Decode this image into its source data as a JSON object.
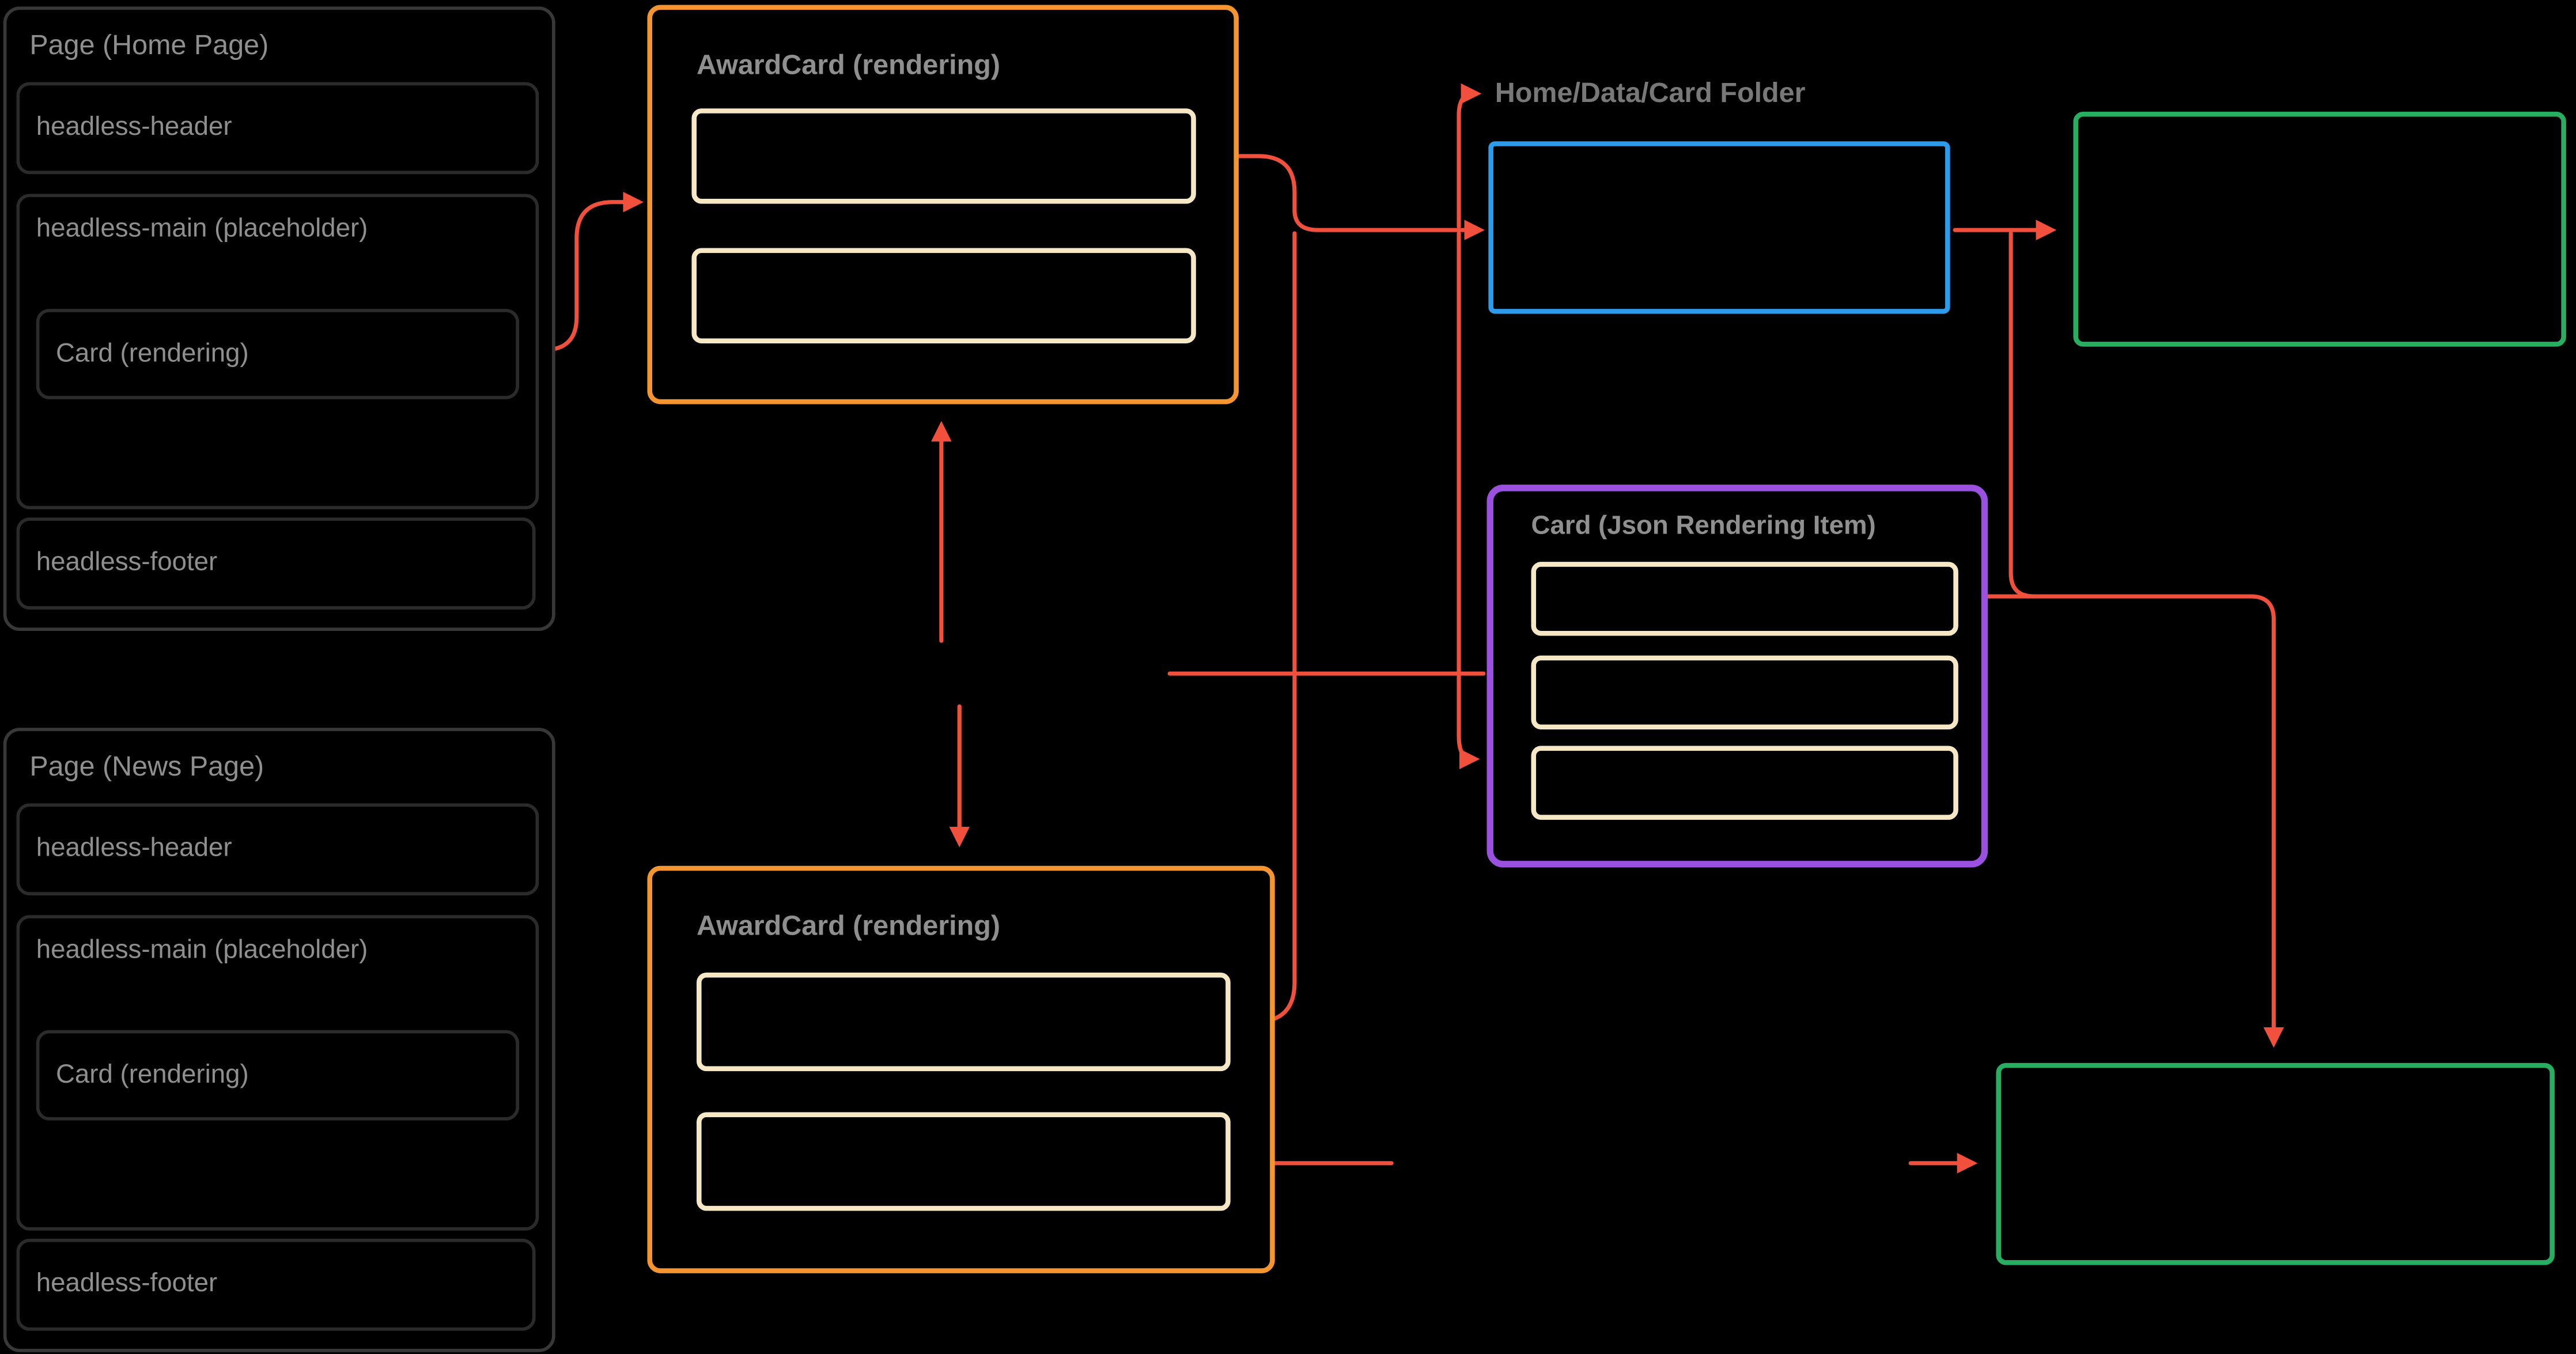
{
  "pages": [
    {
      "title": "Page (Home Page)",
      "header_label": "headless-header",
      "main_label": "headless-main (placeholder)",
      "card_label": "Card (rendering)",
      "footer_label": "headless-footer"
    },
    {
      "title": "Page (News Page)",
      "header_label": "headless-header",
      "main_label": "headless-main (placeholder)",
      "card_label": "Card (rendering)",
      "footer_label": "headless-footer"
    }
  ],
  "award_cards": [
    {
      "label": "AwardCard (rendering)"
    },
    {
      "label": "AwardCard (rendering)"
    }
  ],
  "folder": {
    "label": "Home/Data/Card Folder"
  },
  "json_item": {
    "label": "Card (Json Rendering Item)"
  },
  "colors": {
    "background": "#000000",
    "arrow": "#F0503C",
    "awardcard_border": "#F5952F",
    "field_border": "#F6E7C5",
    "folder_box_border": "#2E9BEA",
    "datasource_box_border": "#27AE60",
    "json_item_border": "#9B51E0",
    "page_border": "#383838",
    "inner_border": "#2B2B2B",
    "label_text": "#8F8F8F"
  }
}
